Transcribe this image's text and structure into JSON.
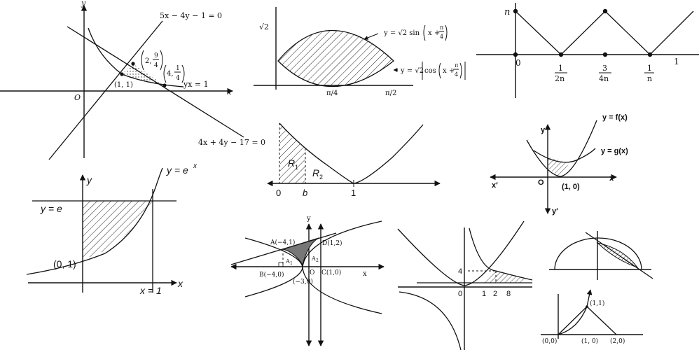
{
  "fig1": {
    "y_axis": "y",
    "x_axis": "x",
    "origin": "O",
    "line_top": "5x − 4y − 1 = 0",
    "line_bottom": "4x + 4y − 17 = 0",
    "hyperbola": "yx = 1",
    "point_a": "(1, 1)",
    "point_b_x": "2,",
    "point_b_num": "9",
    "point_b_den": "4",
    "point_c_x": "4,",
    "point_c_num": "1",
    "point_c_den": "4"
  },
  "fig2": {
    "y_tick": "√2",
    "curve_sin": "y = √2 sin",
    "curve_cos": "y = √2",
    "arg_sin": "x +",
    "arg_cos": "cos",
    "pi_num": "π",
    "pi_den": "4",
    "x_tick_1": "π/4",
    "x_tick_2": "π/2"
  },
  "fig3": {
    "y_tick": "n",
    "x_origin": "0",
    "x_tick_1_num": "1",
    "x_tick_1_den": "2n",
    "x_tick_2_num": "3",
    "x_tick_2_den": "4n",
    "x_tick_3_num": "1",
    "x_tick_3_den": "n",
    "x_tick_4": "1"
  },
  "fig4": {
    "region_1": "R",
    "region_1_sub": "1",
    "region_2": "R",
    "region_2_sub": "2",
    "x_tick_0": "0",
    "x_tick_b": "b",
    "x_tick_1": "1"
  },
  "fig5": {
    "curve_f": "y = f(x)",
    "curve_g": "y = g(x)",
    "y_axis": "y",
    "y_axis_neg": "y′",
    "x_axis": "x",
    "x_axis_neg": "x′",
    "origin": "O",
    "point": "(1, 0)"
  },
  "fig6": {
    "y_axis": "y",
    "x_axis": "x",
    "curve": "y = e",
    "curve_exp": "x",
    "line_y": "y = e",
    "line_x": "x = 1",
    "point": "(0, 1)"
  },
  "fig7": {
    "y_axis": "y",
    "x_axis": "x",
    "point_a": "A(−4,1)",
    "point_b": "B(−4,0)",
    "point_c": "C(1,0)",
    "point_d": "D(1,2)",
    "point_neg3": "(−3,0)",
    "origin": "O",
    "area_1": "A",
    "area_1_sub": "1",
    "area_2": "A",
    "area_2_sub": "2"
  },
  "fig8": {
    "y_tick": "4",
    "x_ticks": [
      "0",
      "1",
      "2",
      "8"
    ]
  },
  "fig9": {
    "point_top": "(1,1)",
    "point_origin": "(0,0)",
    "point_mid": "(1, 0)",
    "point_right": "(2,0)"
  }
}
